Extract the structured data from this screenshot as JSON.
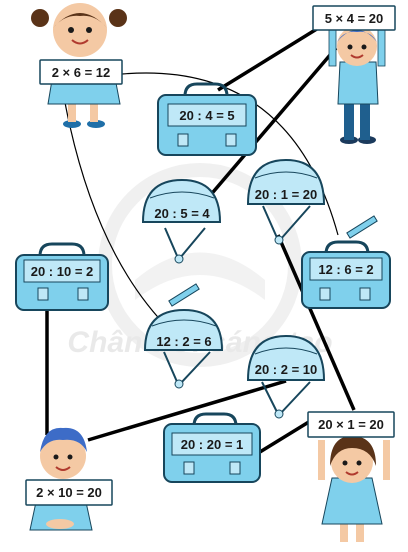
{
  "watermark": "Chân trời sáng tạo",
  "children": {
    "girl_top_left": {
      "card": "2 × 6 = 12"
    },
    "boy_top_right": {
      "card": "5 × 4 = 20"
    },
    "boy_bottom_left": {
      "card": "2 × 10 = 20"
    },
    "girl_bottom_right": {
      "card": "20 × 1 = 20"
    }
  },
  "bags": {
    "bag_top": "20 : 4 = 5",
    "bag_left": "20 : 10 = 2",
    "bag_right": "12 : 6 = 2",
    "bag_bottom": "20 : 20 = 1"
  },
  "helmets": {
    "helmet_left_upper": "20 : 5 = 4",
    "helmet_right_upper": "20 : 1 = 20",
    "helmet_middle": "12 : 2 = 6",
    "helmet_right_lower": "20 : 2 = 10"
  },
  "colors": {
    "fill": "#7fd0ec",
    "fill_light": "#bfe8f7",
    "outline": "#17465c",
    "line": "#000000",
    "skin": "#f4c9a4",
    "hair_girl": "#5a3318",
    "hair_boy": "#3d6cc7",
    "card": "#ffffff"
  }
}
